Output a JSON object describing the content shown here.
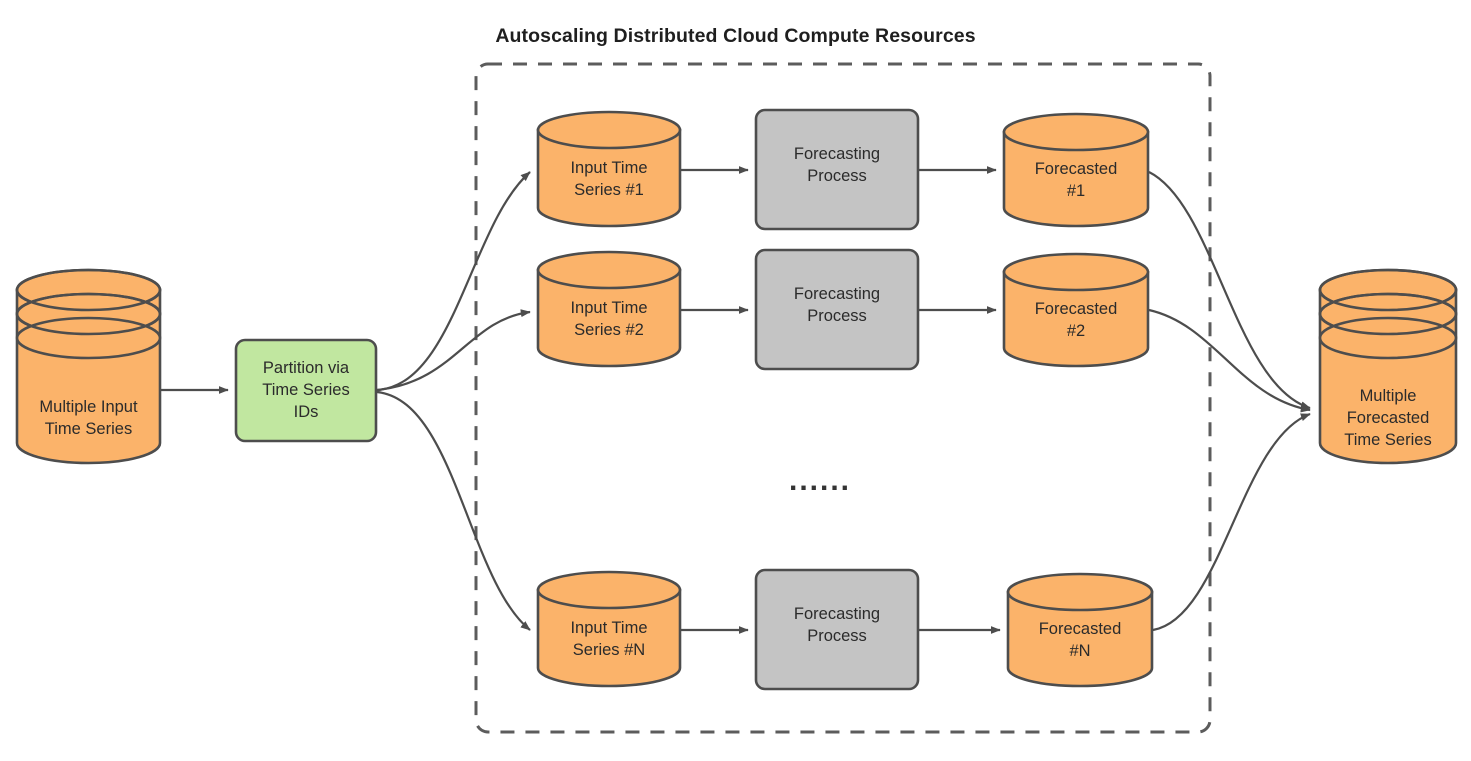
{
  "diagram": {
    "title": "Autoscaling Distributed Cloud Compute Resources",
    "ellipsis": "······",
    "ellipsis_text": "......",
    "colors": {
      "cylinder_fill": "#FBB36A",
      "cylinder_top_fill": "#FBB36A",
      "process_fill": "#C4C4C4",
      "partition_fill": "#C1E7A0",
      "stroke": "#4D4D4D",
      "text": "#2B2B2B",
      "title_text": "#1F1F1F",
      "dashed_border": "#5C5C5C",
      "background": "#FFFFFF"
    }
  },
  "nodes": {
    "input_store": {
      "label": "Multiple Input\nTime Series",
      "shape": "stacked-cylinder"
    },
    "partition": {
      "label": "Partition via\nTime Series\nIDs",
      "shape": "rounded-rect"
    },
    "output_store": {
      "label": "Multiple\nForecasted\nTime Series",
      "shape": "stacked-cylinder"
    }
  },
  "pipelines": [
    {
      "id": "row-1",
      "input": {
        "label": "Input Time\nSeries #1",
        "shape": "cylinder"
      },
      "process": {
        "label": "Forecasting\nProcess",
        "shape": "rounded-rect"
      },
      "output": {
        "label": "Forecasted\n#1",
        "shape": "cylinder"
      }
    },
    {
      "id": "row-2",
      "input": {
        "label": "Input Time\nSeries #2",
        "shape": "cylinder"
      },
      "process": {
        "label": "Forecasting\nProcess",
        "shape": "rounded-rect"
      },
      "output": {
        "label": "Forecasted\n#2",
        "shape": "cylinder"
      }
    },
    {
      "id": "row-n",
      "input": {
        "label": "Input Time\nSeries #N",
        "shape": "cylinder"
      },
      "process": {
        "label": "Forecasting\nProcess",
        "shape": "rounded-rect"
      },
      "output": {
        "label": "Forecasted\n#N",
        "shape": "cylinder"
      }
    }
  ]
}
